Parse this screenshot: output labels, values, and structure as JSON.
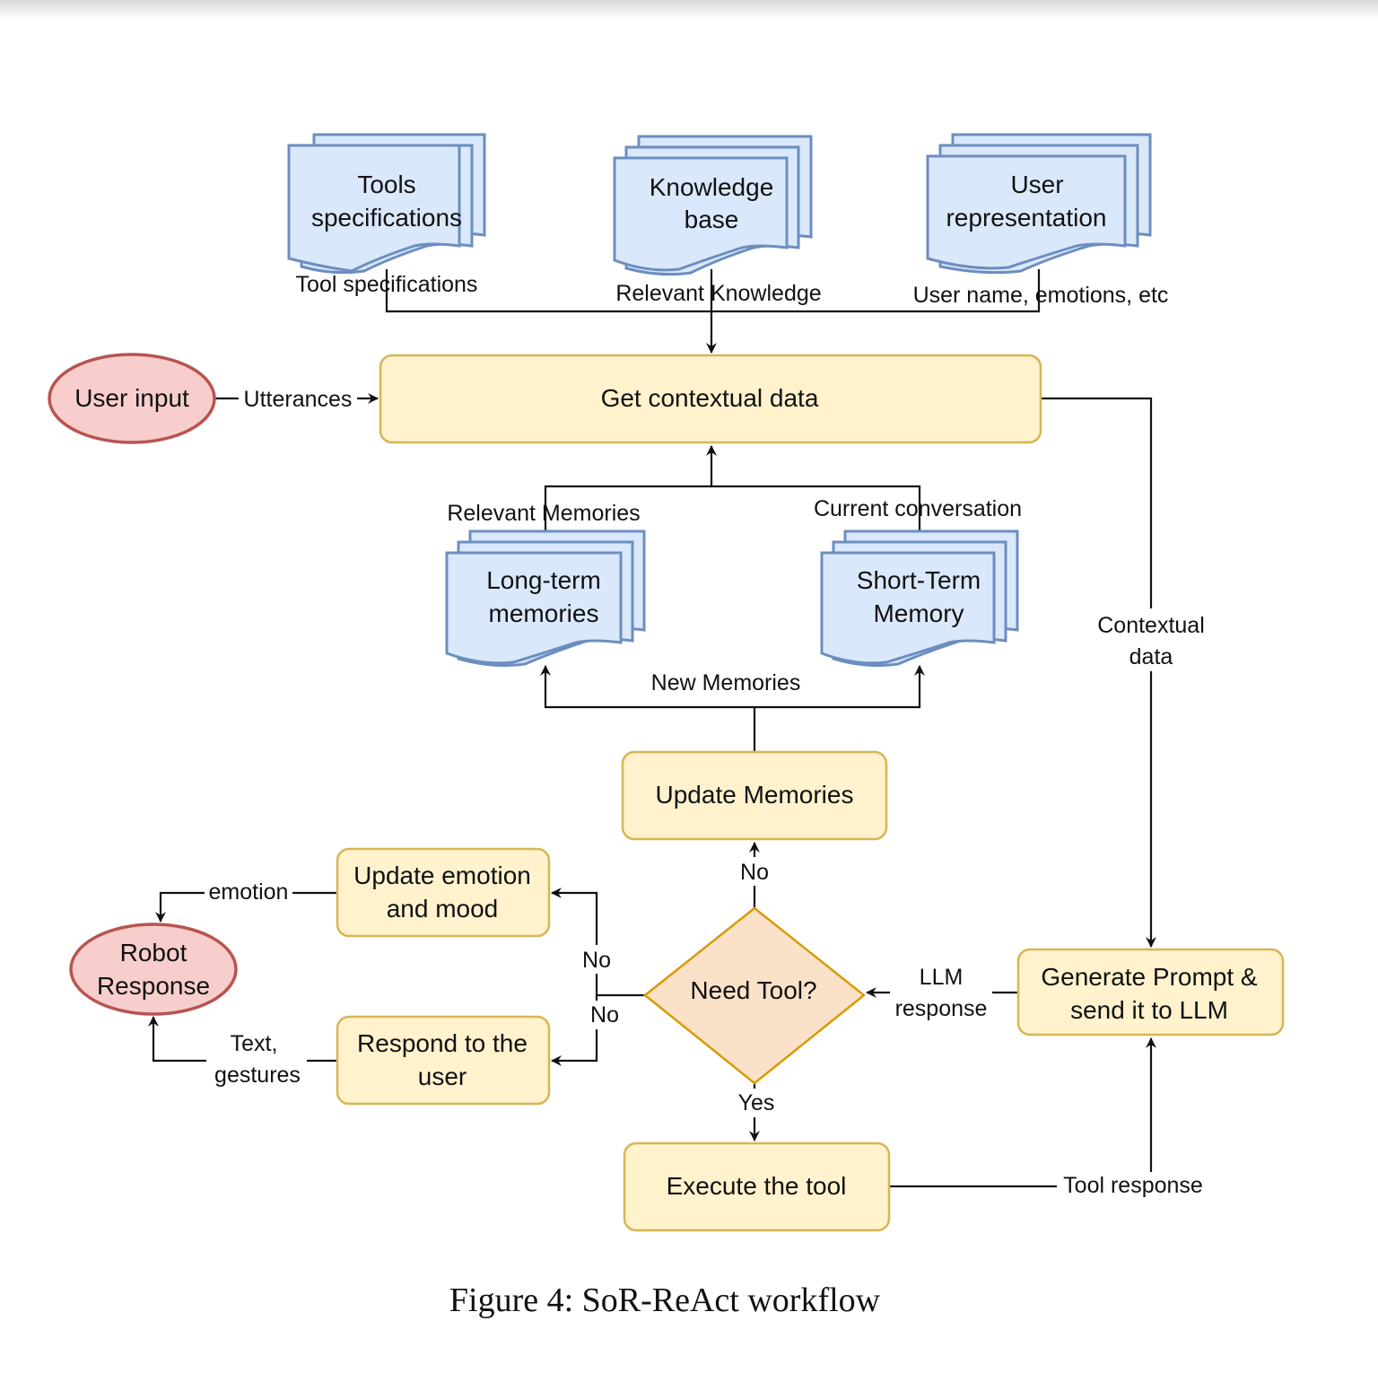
{
  "nodes": {
    "tools_specifications": [
      "Tools",
      "specifications"
    ],
    "knowledge_base": [
      "Knowledge",
      "base"
    ],
    "user_representation": [
      "User",
      "representation"
    ],
    "user_input": [
      "User input"
    ],
    "get_contextual_data": [
      "Get contextual data"
    ],
    "long_term_memories": [
      "Long-term",
      "memories"
    ],
    "short_term_memory": [
      "Short-Term",
      "Memory"
    ],
    "update_memories": [
      "Update Memories"
    ],
    "update_emotion": [
      "Update emotion",
      "and mood"
    ],
    "robot_response": [
      "Robot",
      "Response"
    ],
    "respond_user": [
      "Respond to the",
      "user"
    ],
    "need_tool": [
      "Need Tool?"
    ],
    "generate_prompt": [
      "Generate Prompt &",
      "send it to LLM"
    ],
    "execute_tool": [
      "Execute the tool"
    ]
  },
  "edges": {
    "tool_specifications": [
      "Tool specifications"
    ],
    "relevant_knowledge": [
      "Relevant Knowledge"
    ],
    "user_name_emotions": [
      "User name, emotions, etc"
    ],
    "utterances": [
      "Utterances"
    ],
    "relevant_memories": [
      "Relevant Memories"
    ],
    "current_conversation": [
      "Current conversation"
    ],
    "contextual_data": [
      "Contextual",
      "data"
    ],
    "new_memories": [
      "New Memories"
    ],
    "no_update_memories": [
      "No"
    ],
    "no_update_emotion": [
      "No"
    ],
    "no_respond": [
      "No"
    ],
    "emotion": [
      "emotion"
    ],
    "text_gestures": [
      "Text,",
      "gestures"
    ],
    "llm_response": [
      "LLM",
      "response"
    ],
    "yes": [
      "Yes"
    ],
    "tool_response": [
      "Tool response"
    ]
  },
  "caption": "Figure 4: SoR-ReAct workflow"
}
